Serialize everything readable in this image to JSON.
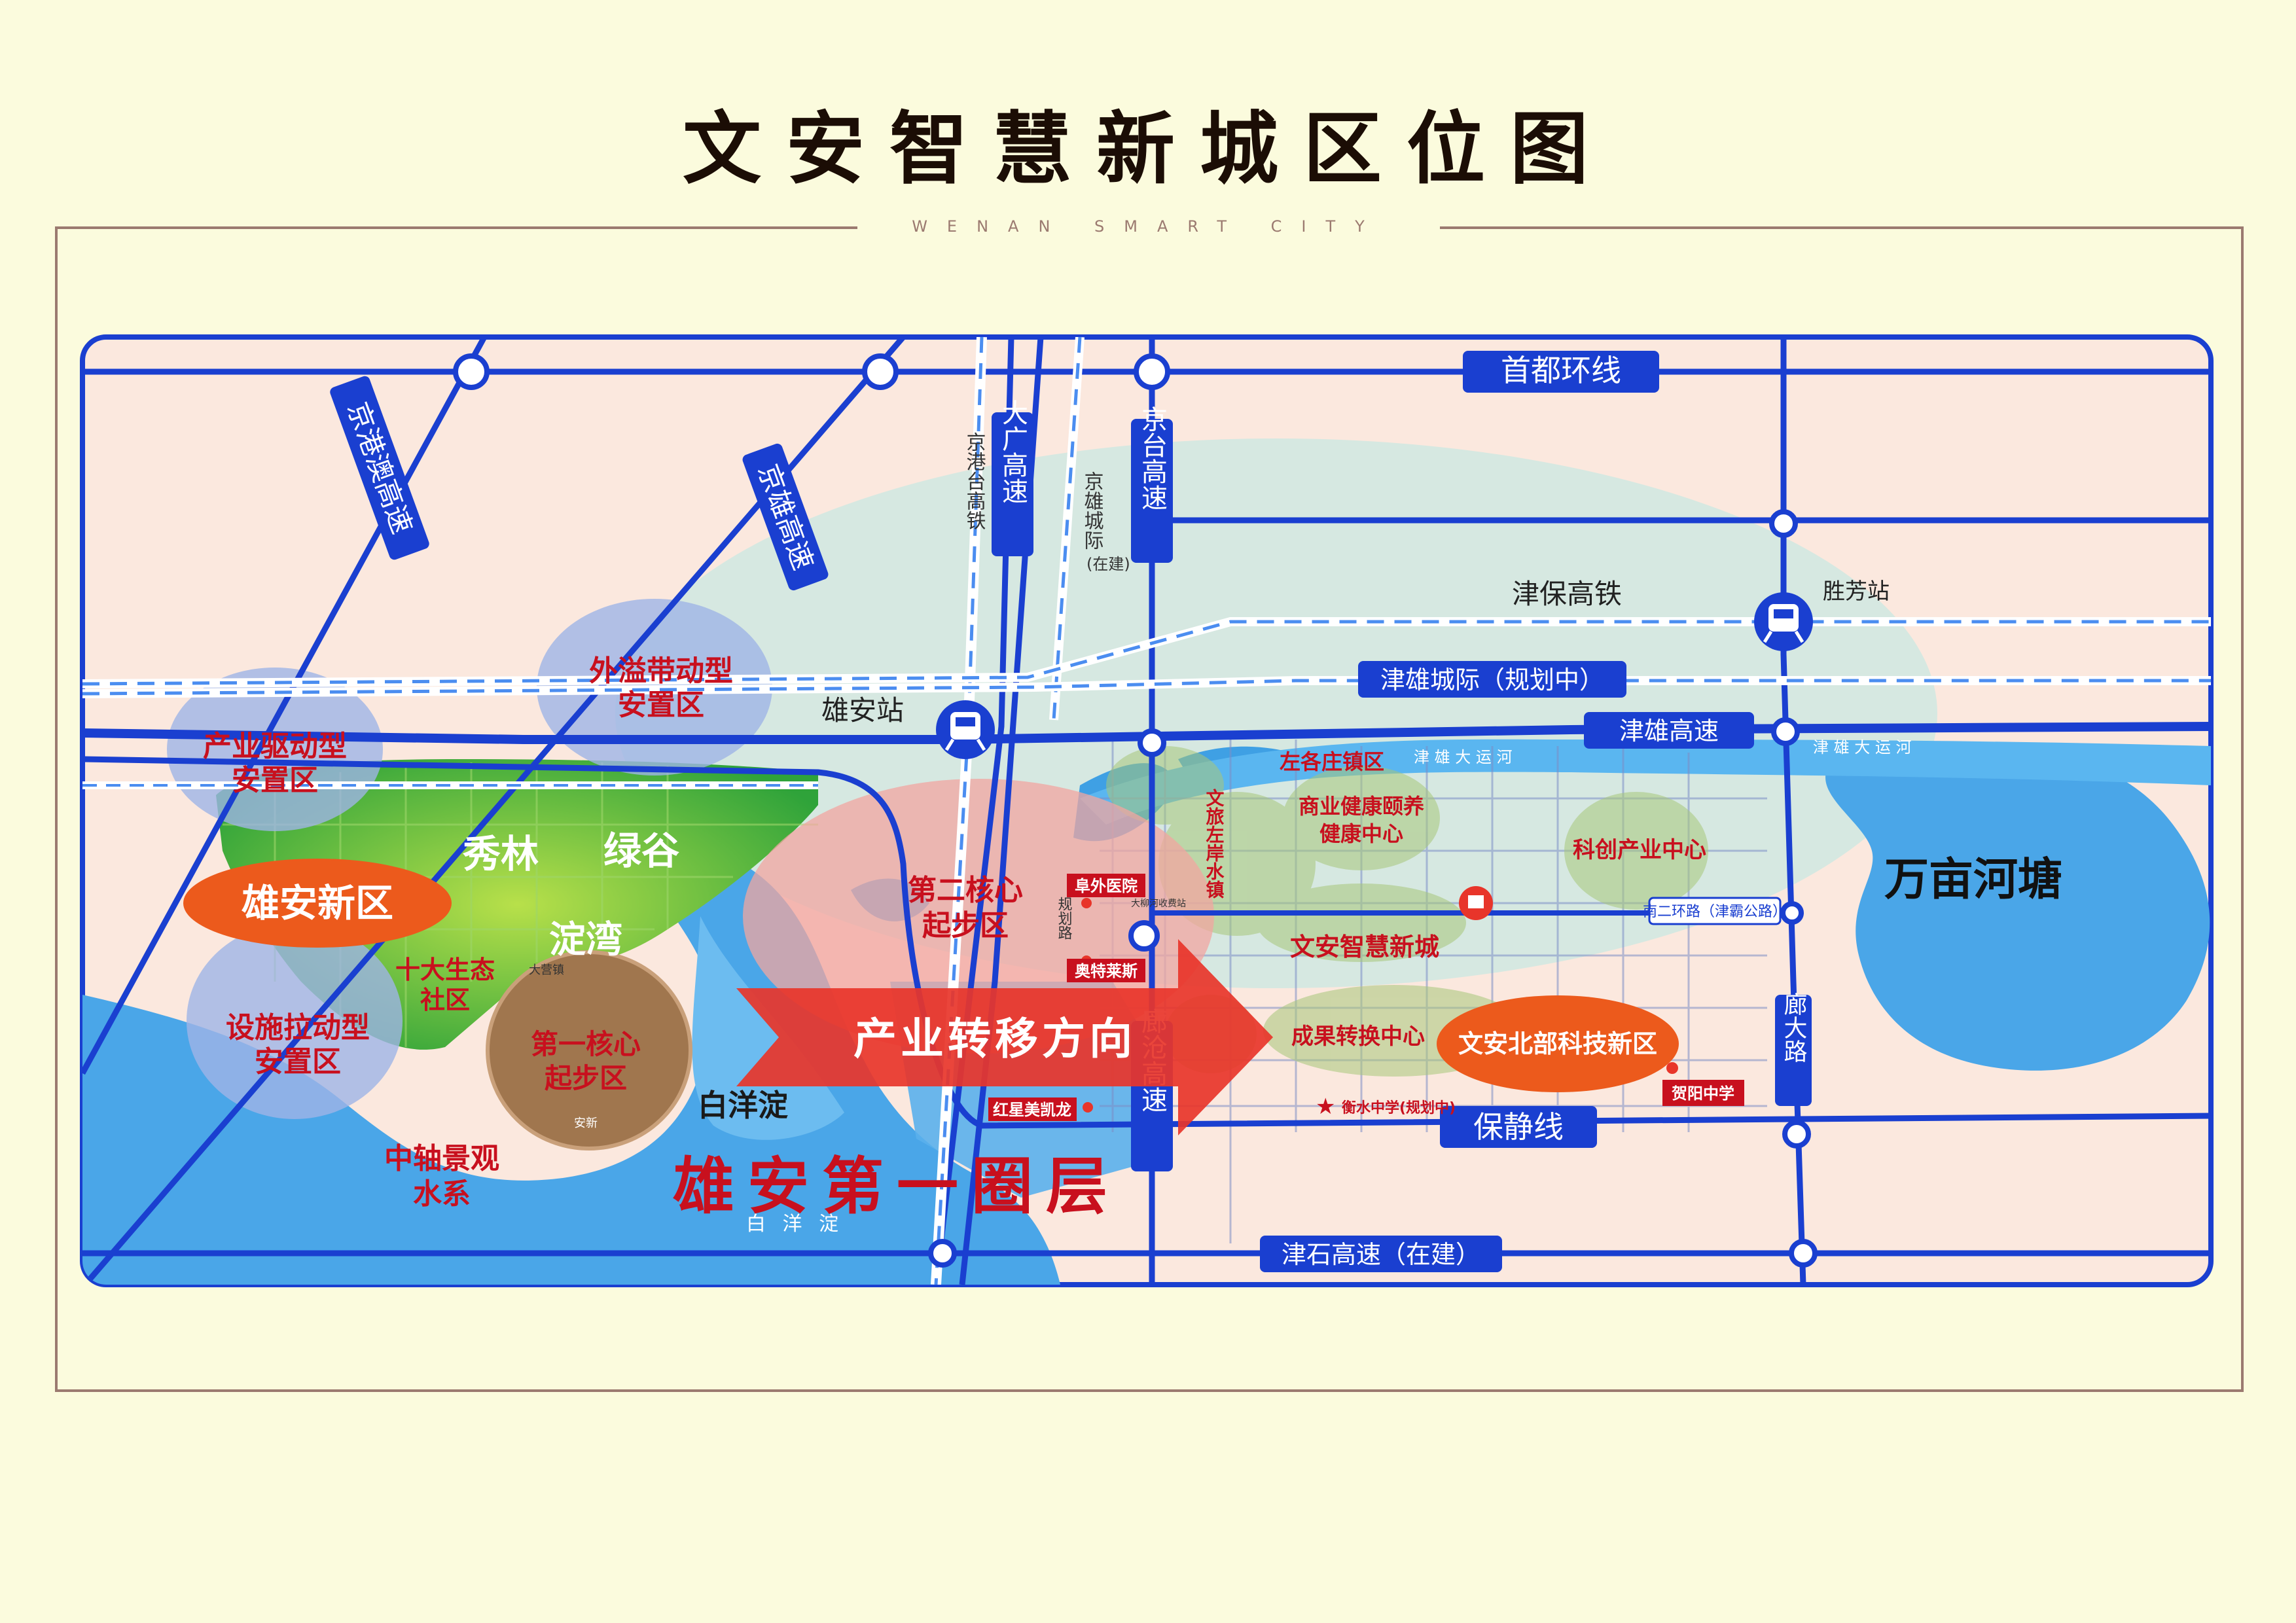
{
  "title": "文安智慧新城区位图",
  "subtitle": "WENAN SMART CITY",
  "colors": {
    "background": "#fbfbdd",
    "road": "#1a3fd0",
    "red_label": "#c8101e",
    "water": "#4aa6e8",
    "xiongan_orange": "#ec5a1c"
  },
  "roads": {
    "capital_ring": "首都环线",
    "jingkong_ao": "京港澳高速",
    "jingxiong": "京雄高速",
    "daguang": "大广高速",
    "jingtai": "京台高速",
    "jingang_rail": "京港台高铁",
    "jingxiong_intercity": "京雄城际",
    "jingxiong_intercity_note": "(在建)",
    "jinbao_rail": "津保高铁",
    "jinxiong_intercity": "津雄城际（规划中）",
    "jinxiong_expressway": "津雄高速",
    "langcang": "廊沧高速",
    "baojing": "保静线",
    "jinshi": "津石高速（在建）",
    "langda": "廊大路",
    "south_ring2": "南二环路（津霸公路）",
    "jinxiong_canal_1": "津 雄 大 运 河",
    "jinxiong_canal_2": "津 雄 大 运 河",
    "baiyangdian_water": "白 洋 淀",
    "plan_road": "规划路",
    "toll_station": "大柳河收费站"
  },
  "stations": {
    "xiongan": "雄安站",
    "shengfang": "胜芳站"
  },
  "zones": {
    "chanye_qudong": "产业驱动型\n安置区",
    "waiyi": "外溢带动型\n安置区",
    "sheshi": "设施拉动型\n安置区",
    "xiongan_new": "雄安新区",
    "xiulin": "秀林",
    "lvgu": "绿谷",
    "dianwan": "淀湾",
    "shida": "十大生态\n社区",
    "first_core": "第一核心\n起步区",
    "zhongzhou": "中轴景观\n水系",
    "baiyangdian": "白洋淀",
    "second_core": "第二核心\n起步区",
    "first_circle": "雄安第一圈层",
    "industry_direction": "产业转移方向",
    "wanmiao": "万亩河塘",
    "zuogezhuang": "左各庄镇区",
    "wenlv": "文旅左岸水镇",
    "shangye": "商业健康颐养\n健康中心",
    "kechuang": "科创产业中心",
    "wenan_smart": "文安智慧新城",
    "chengguo": "成果转换中心",
    "wenan_north": "文安北部科技新区",
    "hengshui": "衡水中学(规划中)",
    "heyang": "贺阳中学",
    "fuwai": "阜外医院",
    "outlets": "奥特莱斯",
    "hongxing": "红星美凯龙",
    "anxin": "安新",
    "dayingxian": "大营镇"
  }
}
